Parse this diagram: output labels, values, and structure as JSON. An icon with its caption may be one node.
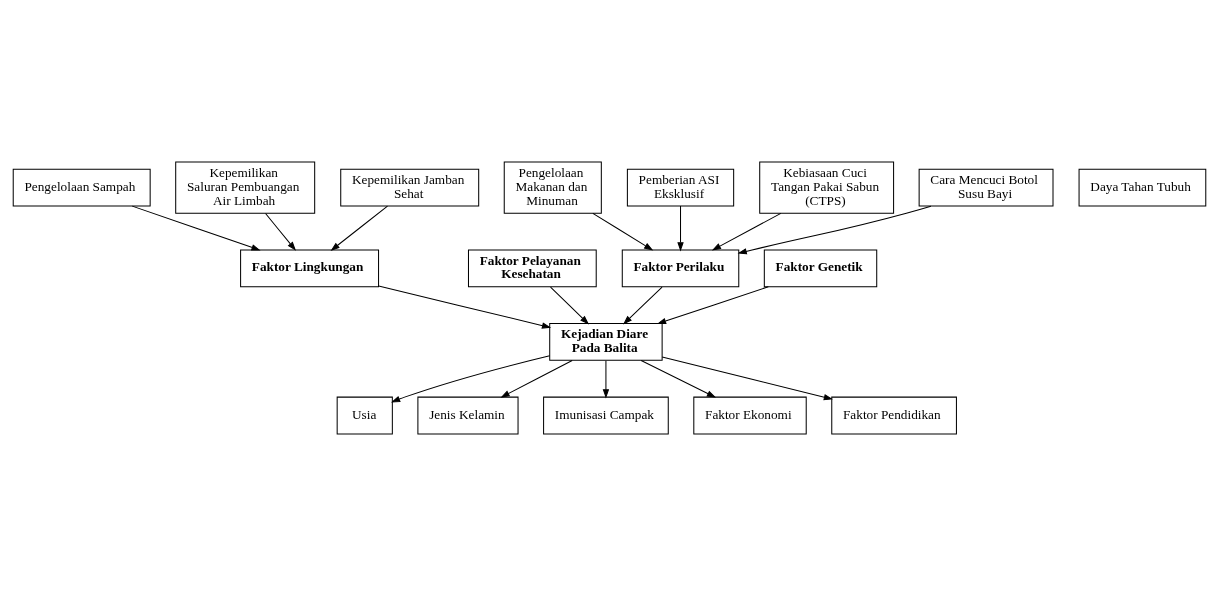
{
  "diagram": {
    "nodes": [
      {
        "text": [
          "Pengelolaan Sampah"
        ]
      },
      {
        "text": [
          "Kepemilikan Saluran Pembuangan Air Limbah"
        ]
      },
      {
        "text": [
          "Kepemilikan Jamban Sehat"
        ]
      },
      {
        "text": [
          "Faktor Lingkungan"
        ]
      },
      {
        "text": [
          "Pengelolaan Makanan dan Minuman"
        ]
      },
      {
        "text": [
          "Pemberian ASI Eksklusif"
        ]
      },
      {
        "text": [
          "Kebiasaan Cuci Tangan Pakai Sabun (CTPS)"
        ]
      },
      {
        "text": [
          "Cara Mencuci Botol Susu Bayi"
        ]
      },
      {
        "text": [
          "Faktor Pelayanan Kesehatan"
        ]
      },
      {
        "text": [
          "Faktor Perilaku"
        ]
      },
      {
        "text": [
          "Daya Tahan Tubuh"
        ]
      },
      {
        "text": [
          "Faktor Genetik"
        ]
      },
      {
        "text": [
          "Kejadian Diare Pada Balita"
        ]
      },
      {
        "text": [
          "Usia"
        ]
      },
      {
        "text": [
          "Jenis Kelamin"
        ]
      },
      {
        "text": [
          "Imunisasi Campak"
        ]
      },
      {
        "text": [
          "Faktor Ekonomi"
        ]
      },
      {
        "text": [
          "Faktor Pendidikan"
        ]
      }
    ],
    "edges": [
      {
        "from": 1,
        "to": 3,
        "arrow": "to"
      },
      {
        "from": 0,
        "to": 3,
        "arrow": "to"
      },
      {
        "from": 2,
        "to": 3,
        "arrow": "to"
      },
      {
        "from": 6,
        "to": 9,
        "arrow": "to"
      },
      {
        "from": 4,
        "to": 9,
        "arrow": "to"
      },
      {
        "from": 5,
        "to": 9,
        "arrow": "to"
      },
      {
        "from": 7,
        "to": 9,
        "arrow": "to"
      },
      {
        "from": 3,
        "to": 12,
        "arrow": "to"
      },
      {
        "from": 8,
        "to": 12,
        "arrow": "to"
      },
      {
        "from": 9,
        "to": 12,
        "arrow": "to"
      },
      {
        "from": 11,
        "to": 12,
        "arrow": "to"
      },
      {
        "from": 12,
        "to": 13,
        "arrow": "to"
      },
      {
        "from": 12,
        "to": 14,
        "arrow": "to"
      },
      {
        "from": 12,
        "to": 15,
        "arrow": "to"
      },
      {
        "from": 12,
        "to": 16,
        "arrow": "to"
      },
      {
        "from": 12,
        "to": 17,
        "arrow": "to"
      }
    ]
  }
}
